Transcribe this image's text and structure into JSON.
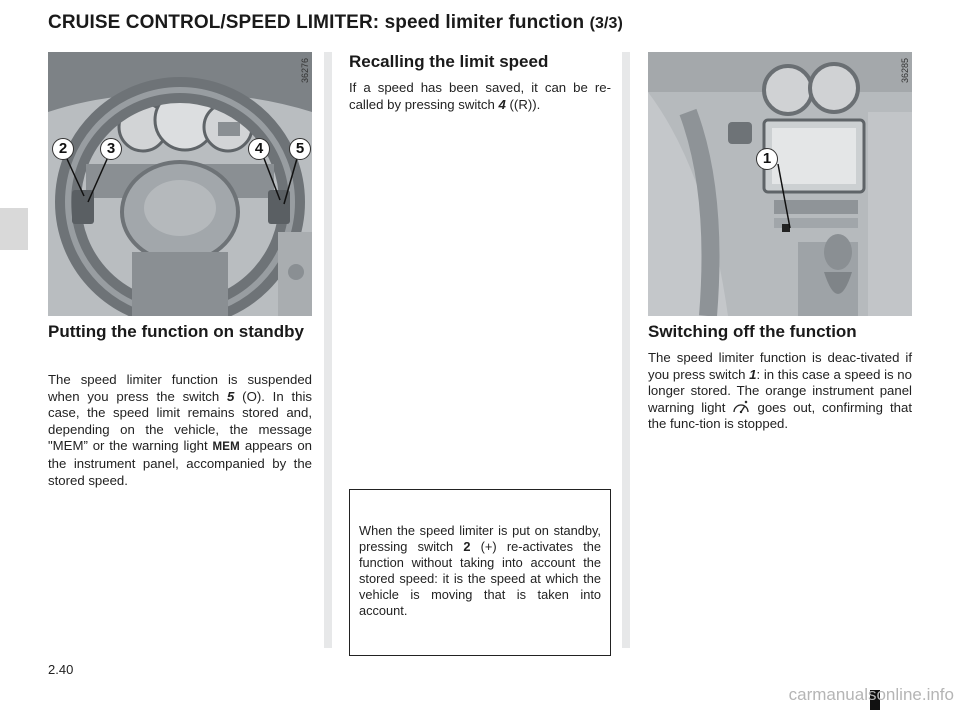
{
  "page": {
    "title_main": "CRUISE CONTROL/SPEED LIMITER: speed limiter function",
    "title_part": "(3/3)",
    "page_number": "2.40",
    "watermark": "carmanualsonline.info"
  },
  "figures": {
    "left": {
      "code": "36276",
      "callouts": [
        "2",
        "3",
        "4",
        "5"
      ]
    },
    "right": {
      "code": "36285",
      "callouts": [
        "1"
      ]
    }
  },
  "sections": {
    "standby": {
      "heading": "Putting the function on standby",
      "text_1": "The speed limiter function is suspended when you press the switch ",
      "switch": "5",
      "text_2": " (O). In this case, the speed limit remains stored and, depending on the vehicle, the message \"MEM” or the warning light ",
      "badge": "MEM",
      "text_3": " appears on the instrument panel, accompanied by the stored speed."
    },
    "recall": {
      "heading": "Recalling the limit speed",
      "text_1": "If a speed has been saved, it can be re-called by pressing switch ",
      "switch": "4",
      "text_2": " ((R))."
    },
    "switch_off": {
      "heading": "Switching off the function",
      "text_1": "The speed limiter function is deac-tivated if you press switch ",
      "switch": "1",
      "text_2": ": in this case a speed is no longer stored. The orange instrument panel warning light ",
      "icon": "speed-limiter-warning-icon",
      "text_3": " goes out, confirming that the func-tion is stopped."
    },
    "note": {
      "text_1": "When the speed limiter is put on standby, pressing switch ",
      "switch": "2",
      "text_2": " (+) re-activates the function without taking into account the stored speed: it is the speed at which the vehicle is moving that is taken into account."
    }
  },
  "colors": {
    "text": "#1a1a1a",
    "divider": "#e7e8e9",
    "figure_bg": "#bcc0c3"
  }
}
